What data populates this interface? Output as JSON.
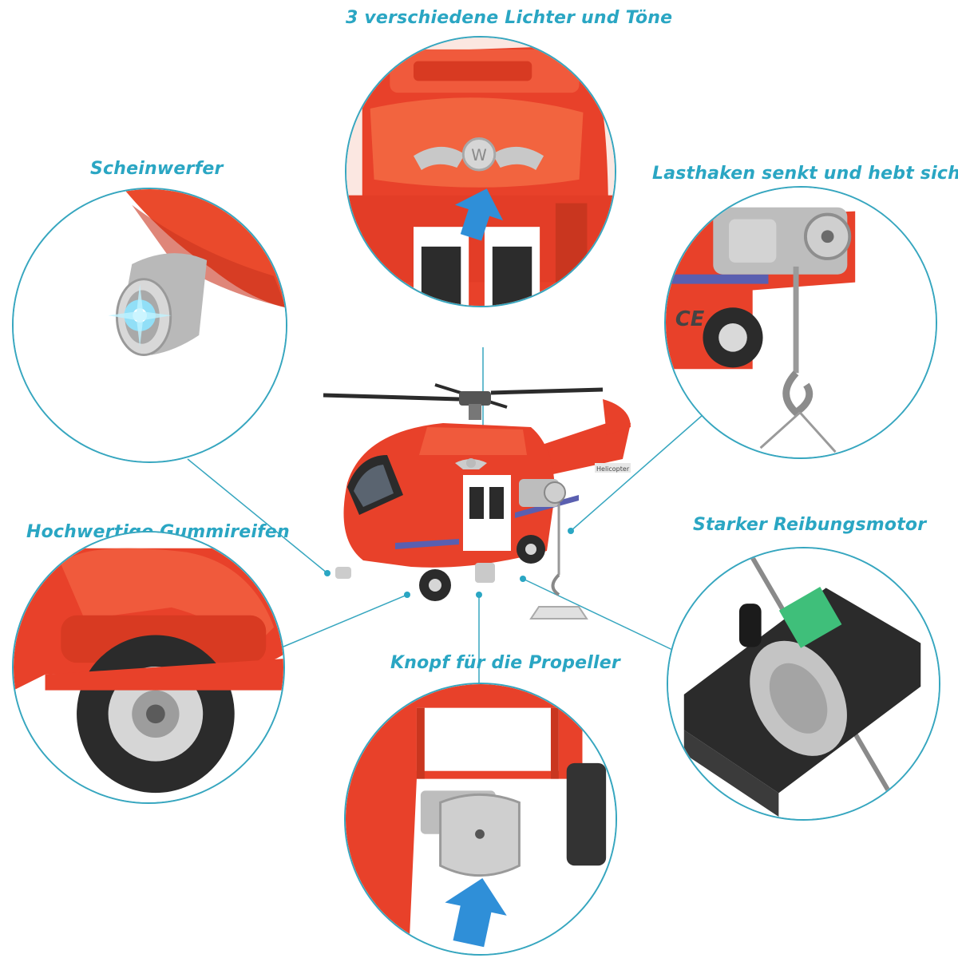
{
  "labels": {
    "lights_sounds": "3 verschiedene Lichter und Töne",
    "headlight": "Scheinwerfer",
    "hook": "Lasthaken senkt und hebt sich",
    "tires": "Hochwertige Gummireifen",
    "motor": "Starker Reibungsmotor",
    "propeller_button": "Knopf für die Propeller"
  },
  "toy_markings": {
    "emblem_letter": "W",
    "side_text": "CE",
    "tail_text": "Helicopter"
  },
  "colors": {
    "accent": "#2aa6c3",
    "toy_red": "#e8412a",
    "arrow_blue": "#2f8fd8"
  }
}
